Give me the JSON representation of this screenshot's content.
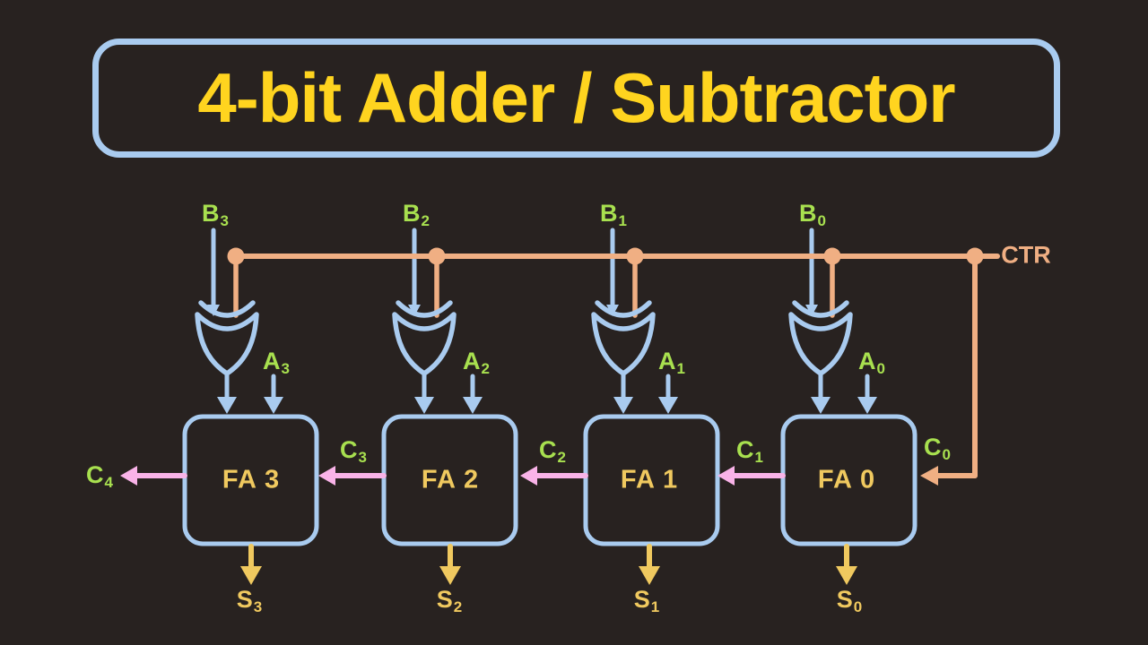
{
  "title": {
    "text": "4-bit Adder / Subtractor"
  },
  "control": {
    "label": "CTR"
  },
  "columns": [
    {
      "b": {
        "base": "B",
        "sub": "3"
      },
      "a": {
        "base": "A",
        "sub": "3"
      },
      "adder": "FA 3",
      "s": {
        "base": "S",
        "sub": "3"
      }
    },
    {
      "b": {
        "base": "B",
        "sub": "2"
      },
      "a": {
        "base": "A",
        "sub": "2"
      },
      "adder": "FA 2",
      "s": {
        "base": "S",
        "sub": "2"
      }
    },
    {
      "b": {
        "base": "B",
        "sub": "1"
      },
      "a": {
        "base": "A",
        "sub": "1"
      },
      "adder": "FA 1",
      "s": {
        "base": "S",
        "sub": "1"
      }
    },
    {
      "b": {
        "base": "B",
        "sub": "0"
      },
      "a": {
        "base": "A",
        "sub": "0"
      },
      "adder": "FA 0",
      "s": {
        "base": "S",
        "sub": "0"
      }
    }
  ],
  "carries": {
    "c4": {
      "base": "C",
      "sub": "4"
    },
    "c3": {
      "base": "C",
      "sub": "3"
    },
    "c2": {
      "base": "C",
      "sub": "2"
    },
    "c1": {
      "base": "C",
      "sub": "1"
    },
    "c0": {
      "base": "C",
      "sub": "0"
    }
  },
  "colors": {
    "bg": "#282220",
    "blue": "#A9CBEF",
    "green": "#A8E04F",
    "orange": "#F0AF83",
    "pink": "#F9B3E8",
    "gold": "#F0C95F",
    "yellow": "#FFD41F"
  }
}
